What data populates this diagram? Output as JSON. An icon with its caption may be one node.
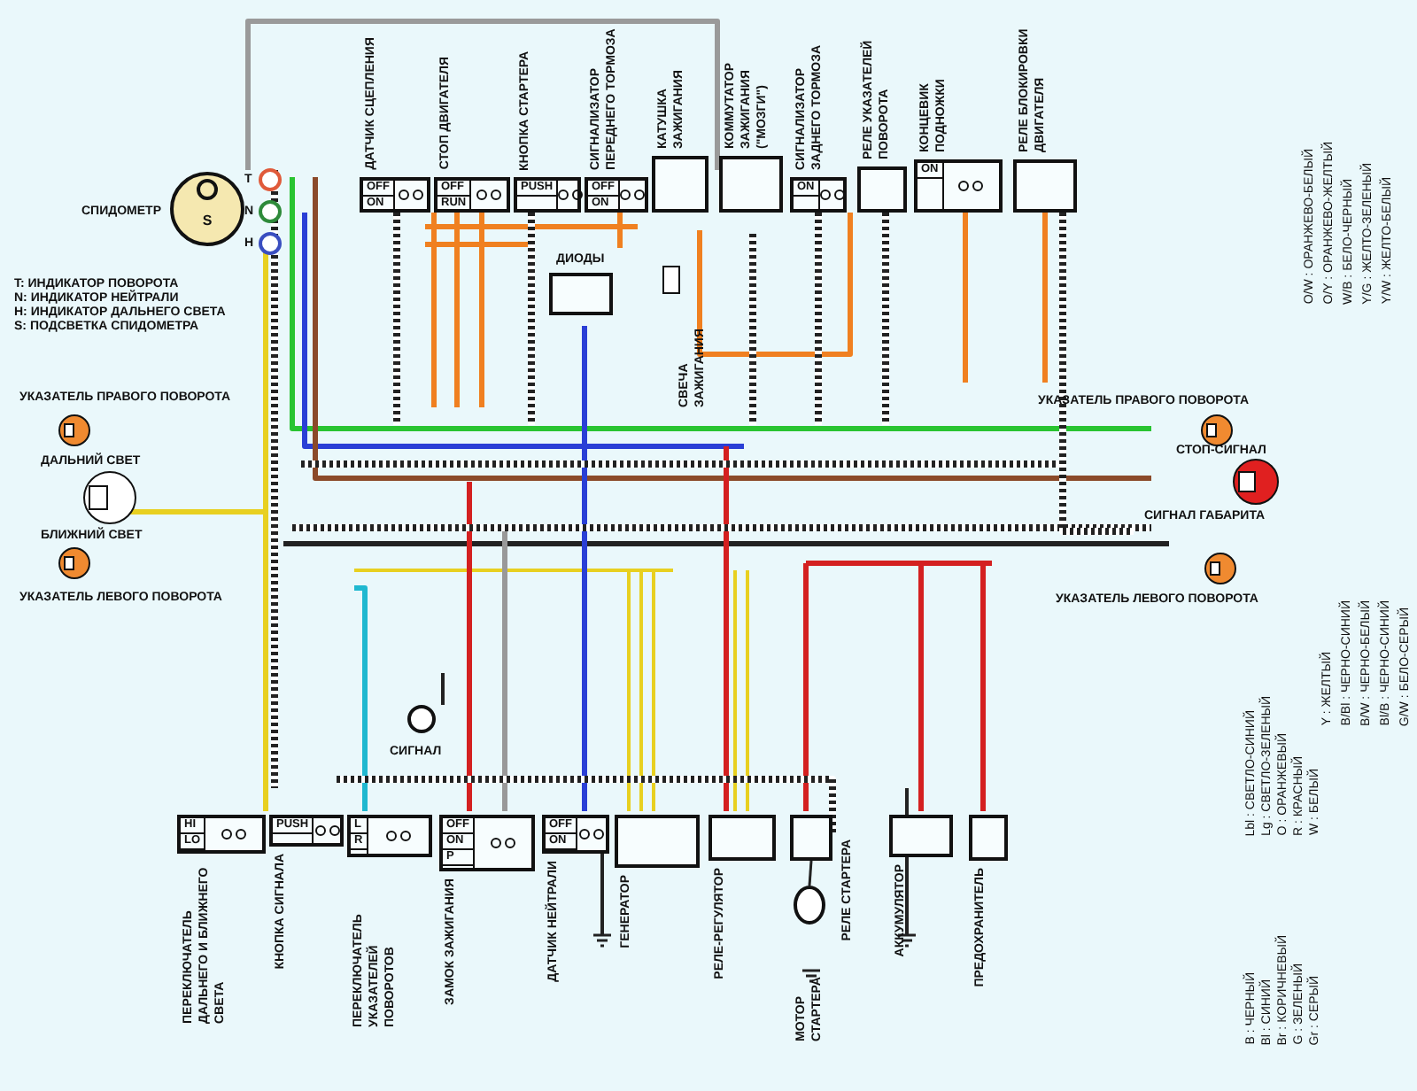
{
  "diagram": {
    "nodes": [
      {
        "text": [
          "S"
        ],
        "beside": [
          "СПИДОМЕТР"
        ]
      },
      {
        "text": [
          "T"
        ]
      },
      {
        "text": [
          "N"
        ]
      },
      {
        "text": [
          "H"
        ]
      },
      {
        "text": [
          "ДАТЧИК СЦЕПЛЕНИЯ",
          "OFF",
          "ON"
        ]
      },
      {
        "text": [
          "СТОП ДВИГАТЕЛЯ",
          "OFF",
          "RUN"
        ]
      },
      {
        "text": [
          "КНОПКА СТАРТЕРА",
          "PUSH"
        ]
      },
      {
        "text": [
          "СИГНАЛИЗАТОР ПЕРЕДНЕГО ТОРМОЗА",
          "OFF",
          "ON"
        ]
      },
      {
        "text": [
          "КАТУШКА ЗАЖИГАНИЯ"
        ]
      },
      {
        "text": [
          "КОММУТАТОР ЗАЖИГАНИЯ (\"МОЗГИ\")"
        ]
      },
      {
        "text": [
          "СИГНАЛИЗАТОР ЗАДНЕГО ТОРМОЗА",
          "ON"
        ]
      },
      {
        "text": [
          "РЕЛЕ УКАЗАТЕЛЕЙ ПОВОРОТА"
        ]
      },
      {
        "text": [
          "КОНЦЕВИК ПОДНОЖКИ",
          "ON"
        ]
      },
      {
        "text": [
          "РЕЛЕ БЛОКИРОВКИ ДВИГАТЕЛЯ"
        ]
      },
      {
        "text": [
          "ДИОДЫ"
        ]
      },
      {
        "text": [
          "СВЕЧА ЗАЖИГАНИЯ"
        ]
      },
      {
        "text": [],
        "shape": "circle",
        "beside": [
          "УКАЗАТЕЛЬ ПРАВОГО ПОВОРОТА"
        ]
      },
      {
        "text": [],
        "shape": "circle",
        "beside": [
          "ДАЛЬНИЙ СВЕТ",
          "БЛИЖНИЙ СВЕТ"
        ]
      },
      {
        "text": [],
        "shape": "circle",
        "beside": [
          "УКАЗАТЕЛЬ ЛЕВОГО ПОВОРОТА"
        ]
      },
      {
        "text": [],
        "shape": "circle",
        "beside": [
          "УКАЗАТЕЛЬ ПРАВОГО ПОВОРОТА"
        ]
      },
      {
        "text": [],
        "shape": "circle",
        "beside": [
          "СТОП-СИГНАЛ",
          "СИГНАЛ ГАБАРИТА"
        ]
      },
      {
        "text": [],
        "shape": "circle",
        "beside": [
          "УКАЗАТЕЛЬ ЛЕВОГО ПОВОРОТА"
        ]
      },
      {
        "text": [
          "СИГНАЛ"
        ]
      },
      {
        "text": [
          "ПЕРЕКЛЮЧАТЕЛЬ ДАЛЬНЕГО И БЛИЖНЕГО СВЕТА",
          "HI",
          "LO"
        ]
      },
      {
        "text": [
          "КНОПКА СИГНАЛА",
          "PUSH"
        ]
      },
      {
        "text": [
          "ПЕРЕКЛЮЧАТЕЛЬ УКАЗАТЕЛЕЙ ПОВОРОТОВ",
          "L",
          "R"
        ]
      },
      {
        "text": [
          "ЗАМОК ЗАЖИГАНИЯ",
          "OFF",
          "ON",
          "P"
        ]
      },
      {
        "text": [
          "ДАТЧИК НЕЙТРАЛИ",
          "OFF",
          "ON"
        ]
      },
      {
        "text": [
          "ГЕНЕРАТОР"
        ]
      },
      {
        "text": [
          "РЕЛЕ-РЕГУЛЯТОР"
        ]
      },
      {
        "text": [
          "РЕЛЕ СТАРТЕРА"
        ]
      },
      {
        "text": [
          "МОТОР СТАРТЕРА"
        ]
      },
      {
        "text": [
          "АККУМУЛЯТОР"
        ]
      },
      {
        "text": [
          "ПРЕДОХРАНИТЕЛЬ"
        ]
      }
    ],
    "edges": [
      {
        "from": 30,
        "to": 31,
        "arrow": "none"
      }
    ],
    "labels": [
      "T: ИНДИКАТОР ПОВОРОТА",
      "N: ИНДИКАТОР НЕЙТРАЛИ",
      "H: ИНДИКАТОР ДАЛЬНЕГО СВЕТА",
      "S: ПОДСВЕТКА СПИДОМЕТРА",
      "O/W : ОРАНЖЕВО-БЕЛЫЙ",
      "O/Y : ОРАНЖЕВО-ЖЕЛТЫЙ",
      "W/B : БЕЛО-ЧЕРНЫЙ",
      "Y/G : ЖЕЛТО-ЗЕЛЕНЫЙ",
      "Y/W : ЖЕЛТО-БЕЛЫЙ",
      "Y : ЖЕЛТЫЙ",
      "B/Bl : ЧЕРНО-СИНИЙ",
      "B/W : ЧЕРНО-БЕЛЫЙ",
      "Bl/B : ЧЕРНО-СИНИЙ",
      "G/W : БЕЛО-СЕРЫЙ",
      "Lbl : СВЕТЛО-СИНИЙ",
      "Lg : СВЕТЛО-ЗЕЛЕНЫЙ",
      "O : ОРАНЖЕВЫЙ",
      "R : КРАСНЫЙ",
      "W : БЕЛЫЙ",
      "B : ЧЕРНЫЙ",
      "Bl : СИНИЙ",
      "Br : КОРИЧНЕВЫЙ",
      "G : ЗЕЛЕНЫЙ",
      "Gr : СЕРЫЙ"
    ]
  }
}
